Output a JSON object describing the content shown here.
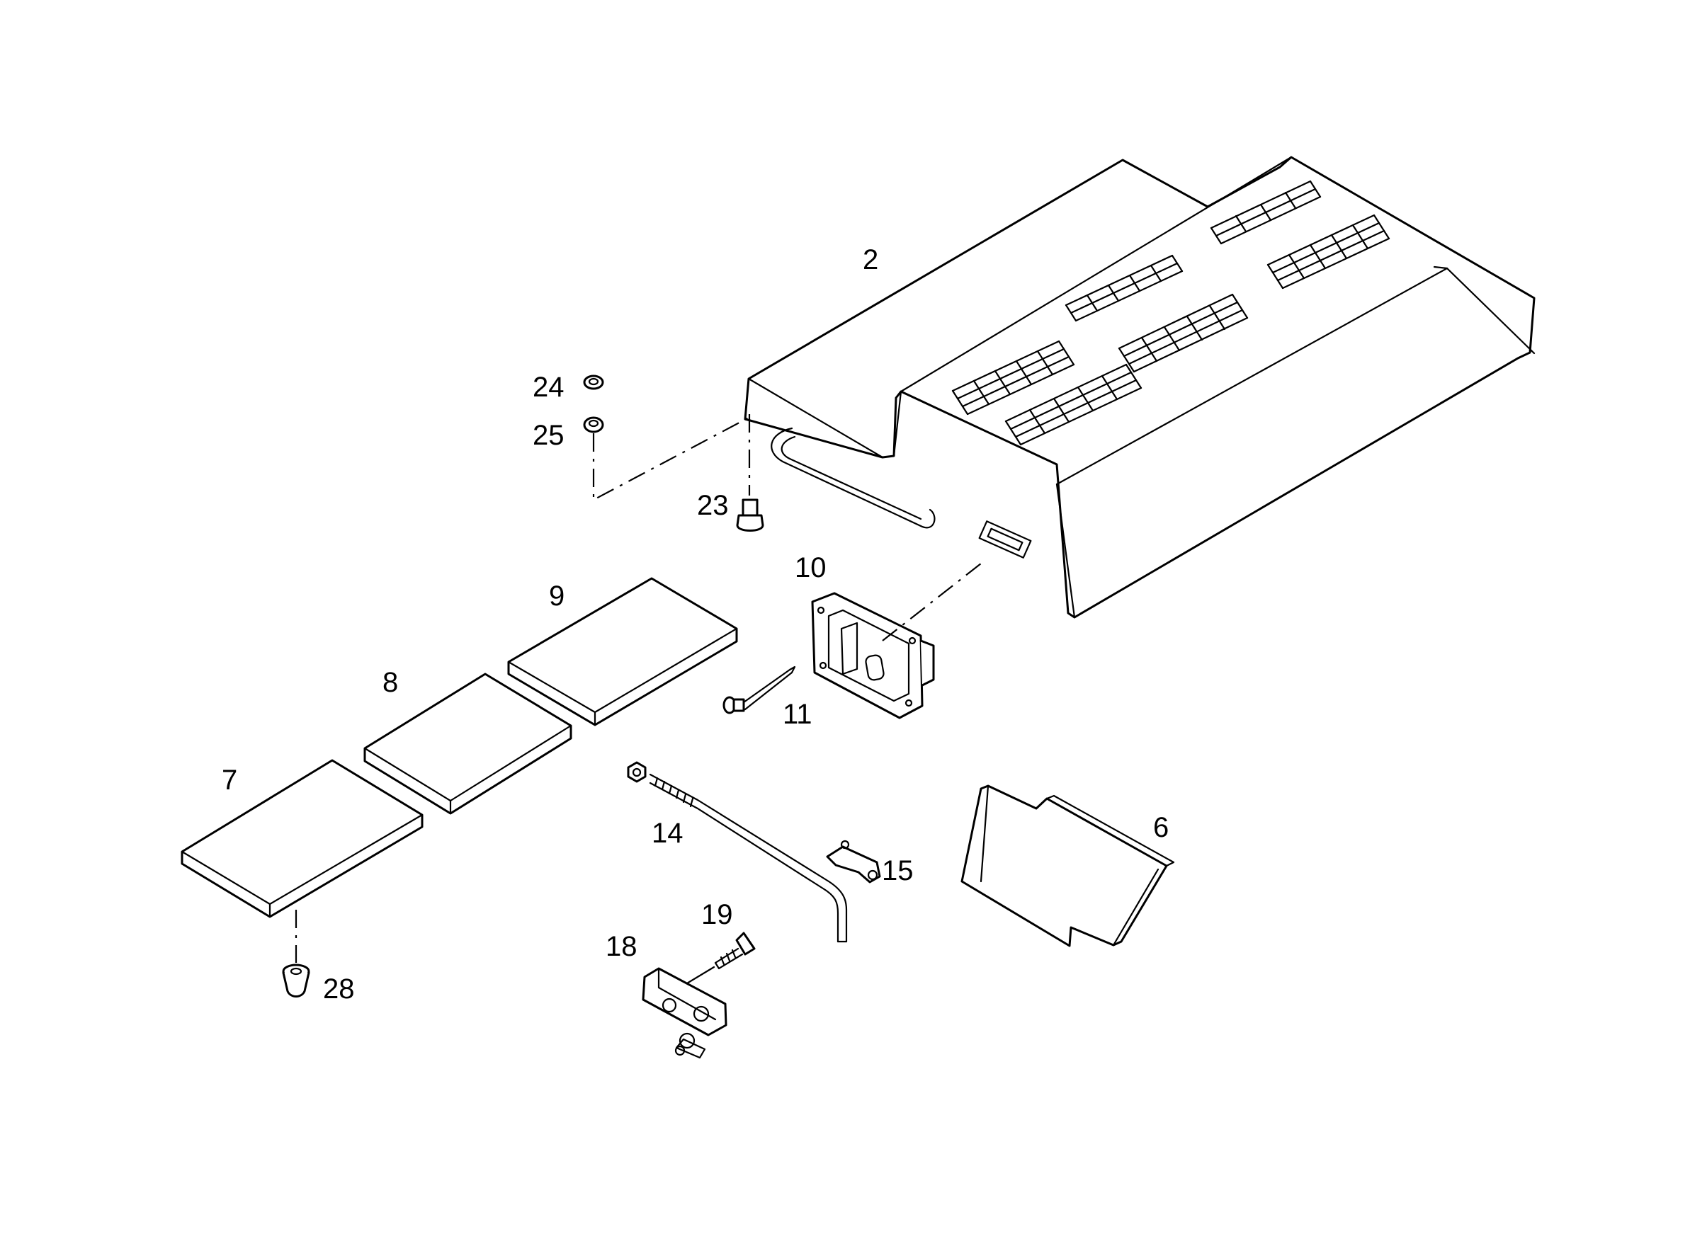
{
  "callouts": {
    "c2": "2",
    "c6": "6",
    "c7": "7",
    "c8": "8",
    "c9": "9",
    "c10": "10",
    "c11": "11",
    "c14": "14",
    "c15": "15",
    "c18": "18",
    "c19": "19",
    "c23": "23",
    "c24": "24",
    "c25": "25",
    "c28": "28"
  },
  "colors": {
    "line": "#000000",
    "background": "#ffffff"
  }
}
